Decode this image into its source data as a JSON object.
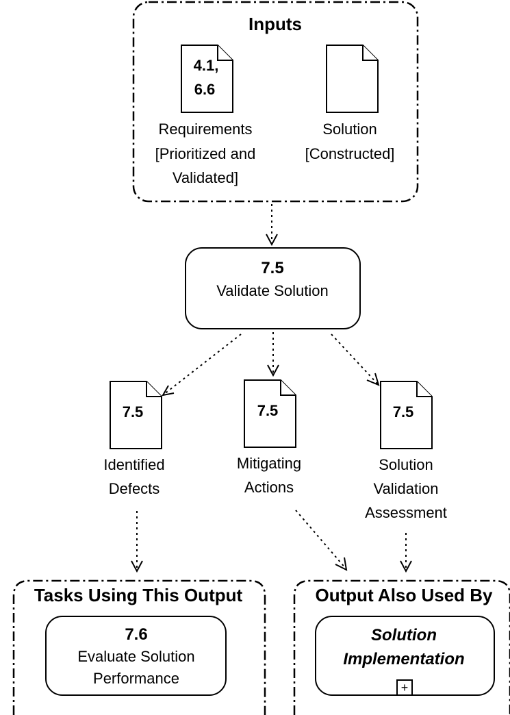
{
  "inputs": {
    "heading": "Inputs",
    "requirements": {
      "doc_ref_line1": "4.1,",
      "doc_ref_line2": "6.6",
      "label_line1": "Requirements",
      "label_line2": "[Prioritized and",
      "label_line3": "Validated]"
    },
    "solution": {
      "label_line1": "Solution",
      "label_line2": "[Constructed]"
    }
  },
  "task": {
    "number": "7.5",
    "name": "Validate Solution"
  },
  "outputs": [
    {
      "doc_ref": "7.5",
      "label_line1": "Identified",
      "label_line2": "Defects",
      "label_line3": ""
    },
    {
      "doc_ref": "7.5",
      "label_line1": "Mitigating",
      "label_line2": "Actions",
      "label_line3": ""
    },
    {
      "doc_ref": "7.5",
      "label_line1": "Solution",
      "label_line2": "Validation",
      "label_line3": "Assessment"
    }
  ],
  "tasks_using_output": {
    "heading": "Tasks Using This Output",
    "task_number": "7.6",
    "task_line1": "Evaluate Solution",
    "task_line2": "Performance"
  },
  "output_also_used_by": {
    "heading": "Output Also Used By",
    "line1": "Solution",
    "line2": "Implementation",
    "expand_symbol": "+"
  }
}
